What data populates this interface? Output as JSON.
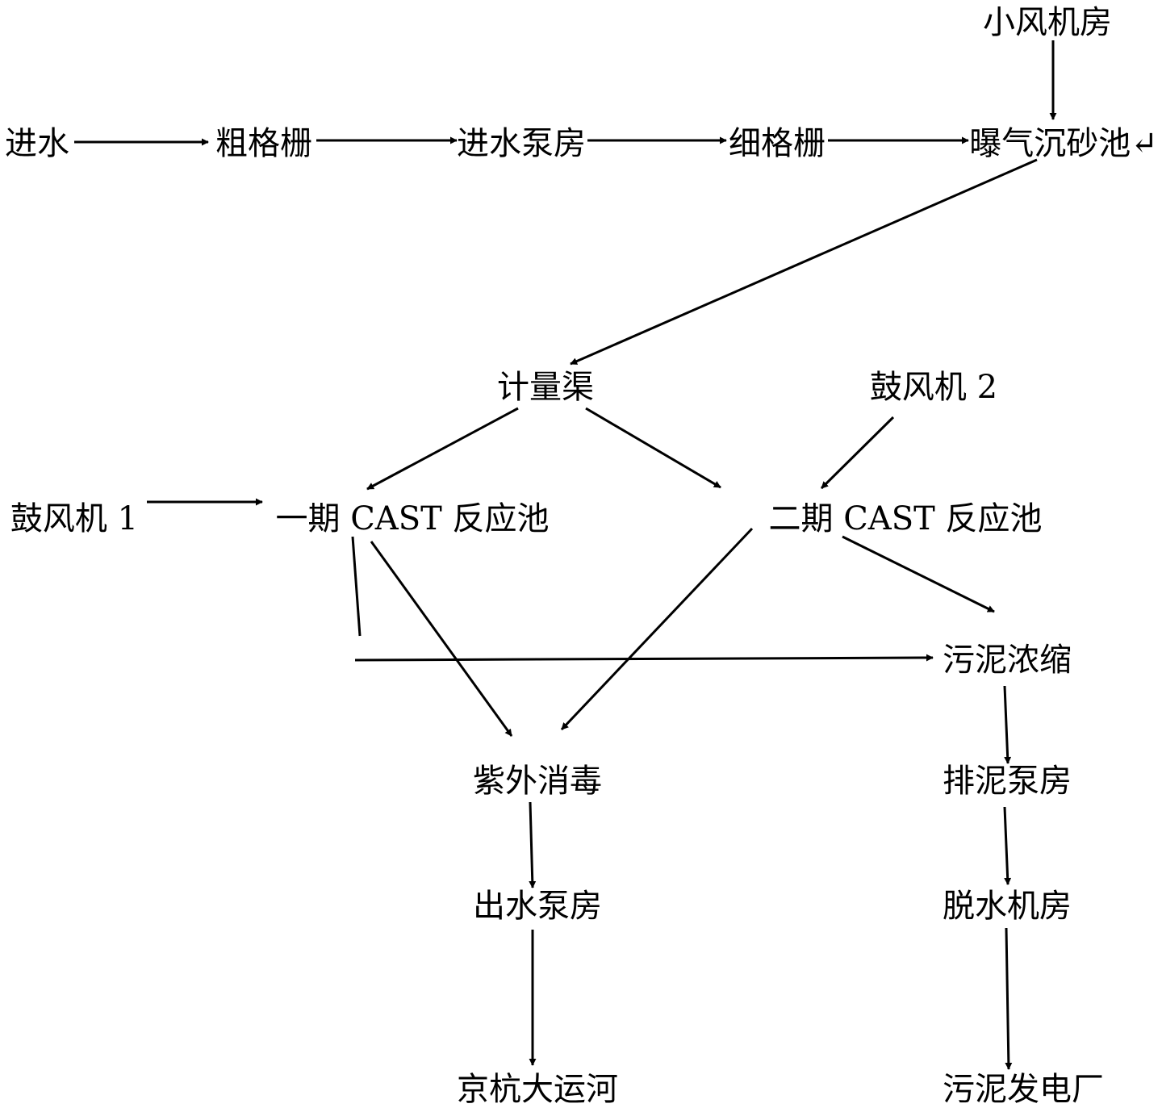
{
  "diagram": {
    "nodes": {
      "small_blower_house": "小风机房",
      "inlet": "进水",
      "coarse_screen": "粗格栅",
      "inlet_pump_house": "进水泵房",
      "fine_screen": "细格栅",
      "aerated_grit_chamber": "曝气沉砂池↵",
      "metering_channel": "计量渠",
      "blower_2": "鼓风机 2",
      "blower_1": "鼓风机 1",
      "cast_phase1": "一期 CAST 反应池",
      "cast_phase2": "二期 CAST 反应池",
      "sludge_thickening": "污泥浓缩",
      "uv_disinfection": "紫外消毒",
      "sludge_pump_house": "排泥泵房",
      "outlet_pump_house": "出水泵房",
      "dewatering_house": "脱水机房",
      "grand_canal": "京杭大运河",
      "sludge_power_plant": "污泥发电厂"
    },
    "edges": [
      [
        "small_blower_house",
        "aerated_grit_chamber"
      ],
      [
        "inlet",
        "coarse_screen"
      ],
      [
        "coarse_screen",
        "inlet_pump_house"
      ],
      [
        "inlet_pump_house",
        "fine_screen"
      ],
      [
        "fine_screen",
        "aerated_grit_chamber"
      ],
      [
        "aerated_grit_chamber",
        "metering_channel"
      ],
      [
        "metering_channel",
        "cast_phase1"
      ],
      [
        "metering_channel",
        "cast_phase2"
      ],
      [
        "blower_2",
        "cast_phase2"
      ],
      [
        "blower_1",
        "cast_phase1"
      ],
      [
        "cast_phase1",
        "uv_disinfection"
      ],
      [
        "cast_phase2",
        "uv_disinfection"
      ],
      [
        "cast_phase2",
        "sludge_thickening"
      ],
      [
        "cast_phase1",
        "sludge_thickening"
      ],
      [
        "sludge_thickening",
        "sludge_pump_house"
      ],
      [
        "sludge_pump_house",
        "dewatering_house"
      ],
      [
        "dewatering_house",
        "sludge_power_plant"
      ],
      [
        "uv_disinfection",
        "outlet_pump_house"
      ],
      [
        "outlet_pump_house",
        "grand_canal"
      ]
    ],
    "line_color": "#000000"
  }
}
